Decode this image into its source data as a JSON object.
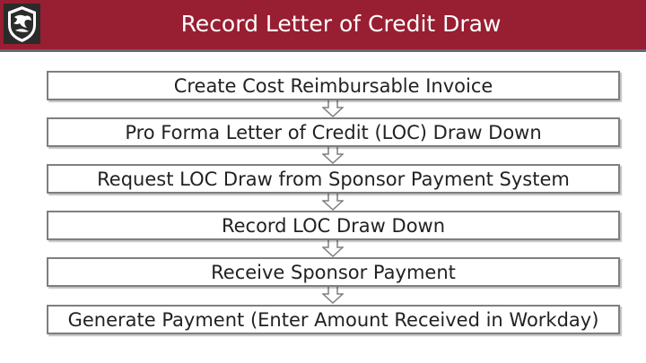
{
  "slide": {
    "title": "Record Letter of Credit Draw"
  },
  "logo": {
    "icon": "wsu-cougar-logo-icon"
  },
  "colors": {
    "header": "#981e32",
    "rule": "#5e6a71",
    "logo_bg": "#2b2b2b",
    "box_border": "#7f7f7f"
  },
  "steps": [
    {
      "label": "Create Cost Reimbursable Invoice"
    },
    {
      "label": "Pro Forma Letter of Credit (LOC) Draw Down"
    },
    {
      "label": "Request LOC Draw from Sponsor Payment System"
    },
    {
      "label": "Record LOC Draw Down"
    },
    {
      "label": "Receive Sponsor Payment"
    },
    {
      "label": "Generate Payment (Enter Amount Received in Workday)"
    }
  ]
}
